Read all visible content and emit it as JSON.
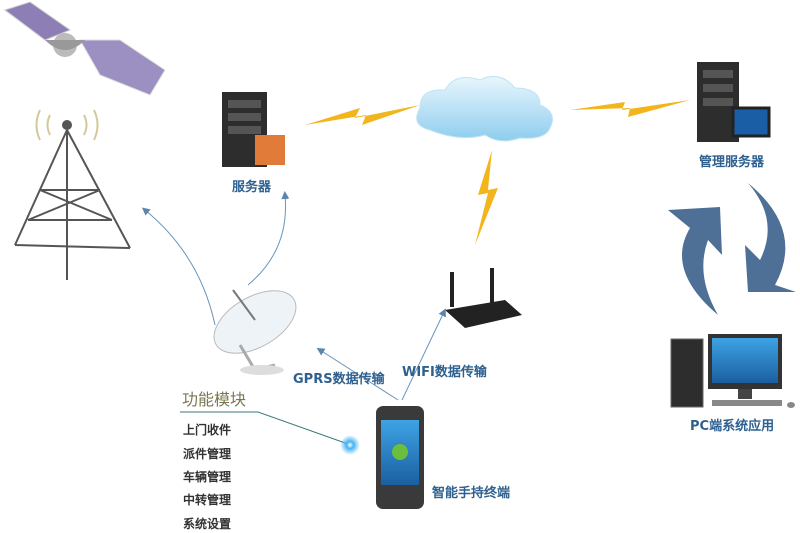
{
  "labels": {
    "server": "服务器",
    "mgmt_server": "管理服务器",
    "pc": "PC端系统应用",
    "gprs": "GPRS数据传输",
    "wifi": "WIFI数据传输",
    "terminal": "智能手持终端"
  },
  "module": {
    "title": "功能模块",
    "items": [
      "上门收件",
      "派件管理",
      "车辆管理",
      "中转管理",
      "系统设置"
    ]
  },
  "colors": {
    "label": "#2f6190",
    "arrow": "#4e6f96",
    "bolt": "#f2b51c",
    "title": "#7d7650"
  }
}
